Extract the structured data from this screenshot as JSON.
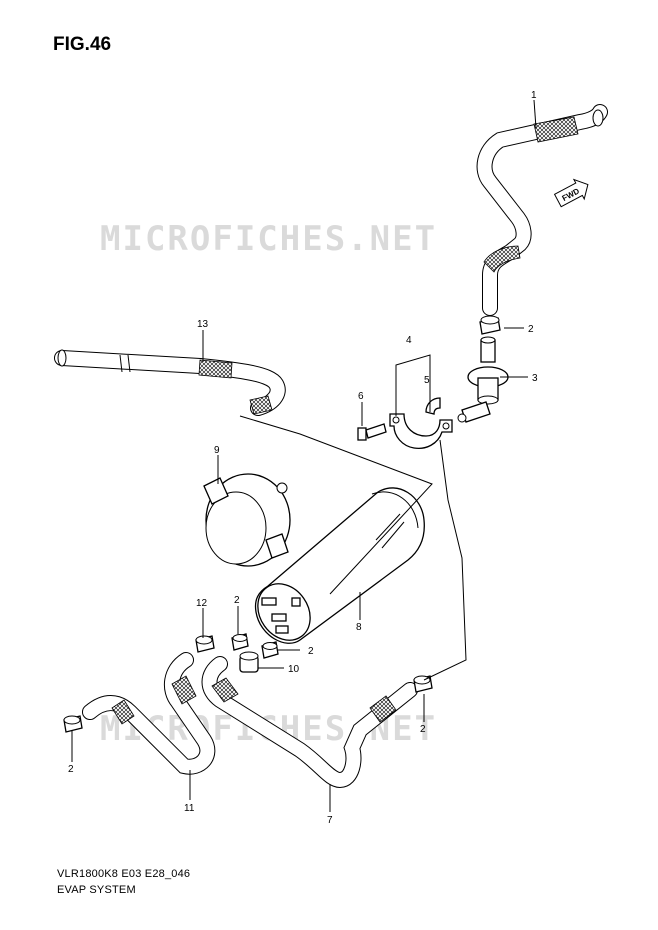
{
  "figure": {
    "title": "FIG.46",
    "model_code": "VLR1800K8 E03 E28_046",
    "system_name": "EVAP SYSTEM"
  },
  "watermark": "MICROFICHES.NET",
  "fwd_label": "FWD",
  "callouts": [
    "1",
    "2",
    "3",
    "4",
    "5",
    "6",
    "9",
    "13",
    "12",
    "2",
    "8",
    "2",
    "10",
    "2",
    "11",
    "7",
    "2"
  ]
}
